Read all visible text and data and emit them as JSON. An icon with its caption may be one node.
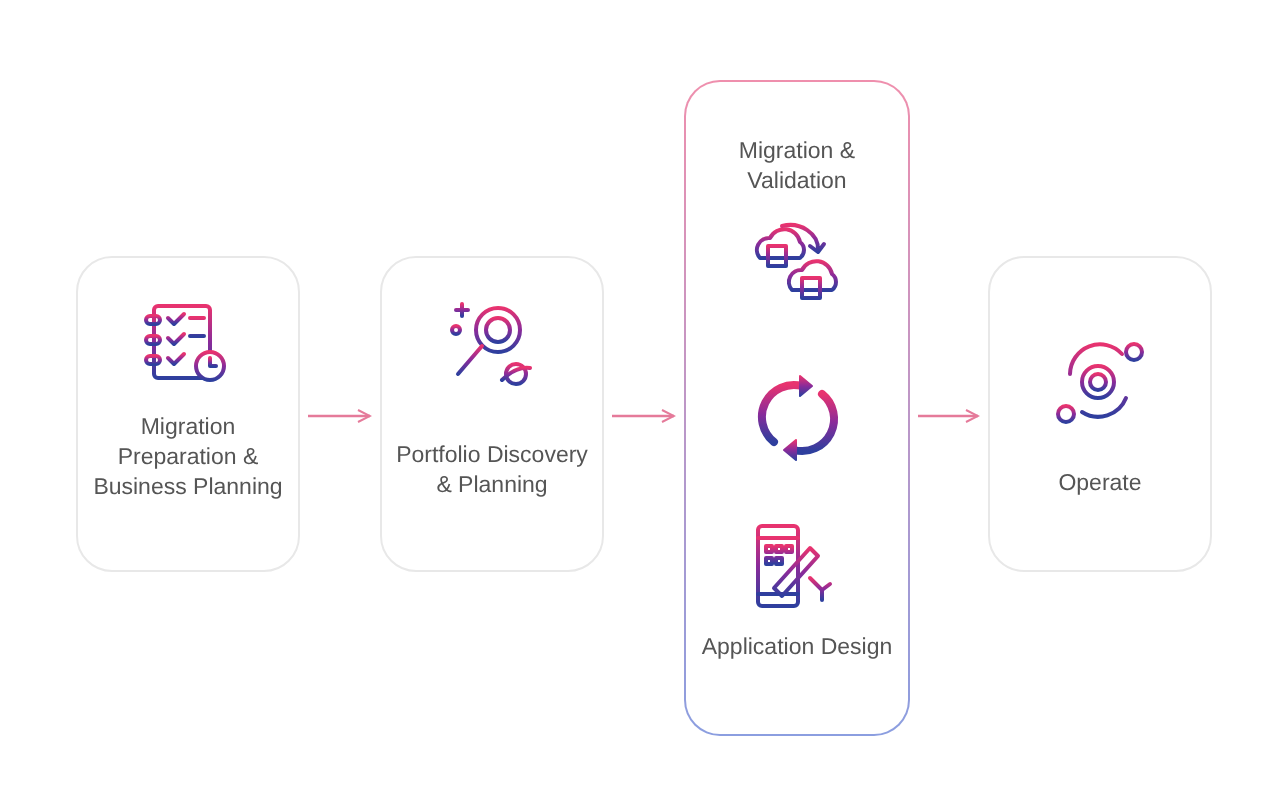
{
  "diagram": {
    "nodes": [
      {
        "text": [
          "Migration Preparation & Business Planning"
        ]
      },
      {
        "text": [
          "Portfolio Discovery & Planning"
        ]
      },
      {
        "text": [
          "Migration & Validation",
          "Application Design"
        ]
      },
      {
        "text": [
          "Operate"
        ]
      }
    ],
    "edges": [
      {
        "from": 0,
        "to": 1,
        "arrow": "to"
      },
      {
        "from": 1,
        "to": 2,
        "arrow": "to"
      },
      {
        "from": 2,
        "to": 3,
        "arrow": "to"
      }
    ]
  }
}
